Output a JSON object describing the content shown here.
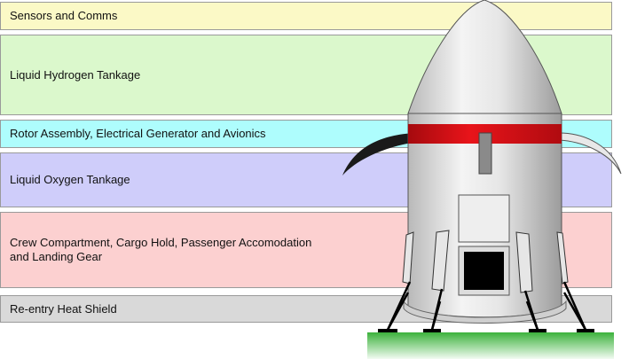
{
  "diagram": {
    "bands": [
      {
        "id": "sensors",
        "label": "Sensors and Comms"
      },
      {
        "id": "lh2",
        "label": "Liquid Hydrogen Tankage"
      },
      {
        "id": "rotor",
        "label": "Rotor Assembly, Electrical Generator and Avionics"
      },
      {
        "id": "lox",
        "label": "Liquid Oxygen Tankage"
      },
      {
        "id": "crew",
        "label": "Crew Compartment, Cargo Hold, Passenger Accomodation\nand Landing Gear"
      },
      {
        "id": "shield",
        "label": "Re-entry Heat Shield"
      }
    ],
    "colors": {
      "sensors": "#fbf9c6",
      "lh2": "#dbf8cc",
      "rotor": "#aefdfd",
      "lox": "#cfcdfa",
      "crew": "#fcd0d0",
      "shield": "#d9d9d9",
      "rotor_ring": "#e8141a",
      "ground": "#4fc04f",
      "hull": "#f0f0f0"
    }
  }
}
